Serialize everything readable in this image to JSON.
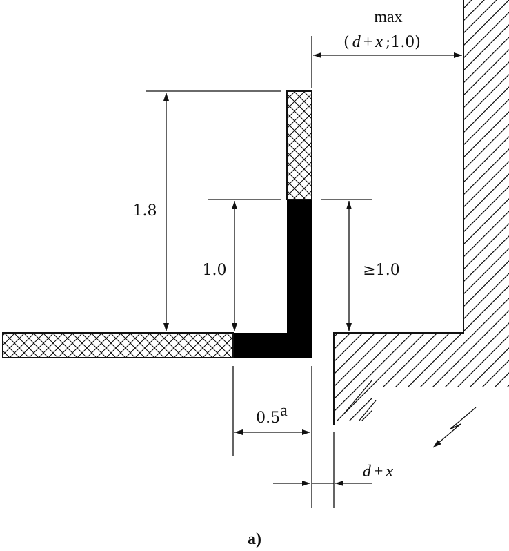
{
  "labels": {
    "max_word": "max",
    "max_expr_open": "(",
    "max_expr_d": "d",
    "max_expr_plus": "+",
    "max_expr_x": "x",
    "max_expr_rest": ";1.0)",
    "dim_1_8": "1.8",
    "dim_1_0": "1.0",
    "dim_ge_1_0": "≥1.0",
    "dim_0_5": "0.5",
    "dim_0_5_sup": "a",
    "gap_d": "d",
    "gap_plus": "+",
    "gap_x": "x",
    "caption": "a)"
  },
  "colors": {
    "ink": "#111111",
    "background": "#ffffff"
  }
}
